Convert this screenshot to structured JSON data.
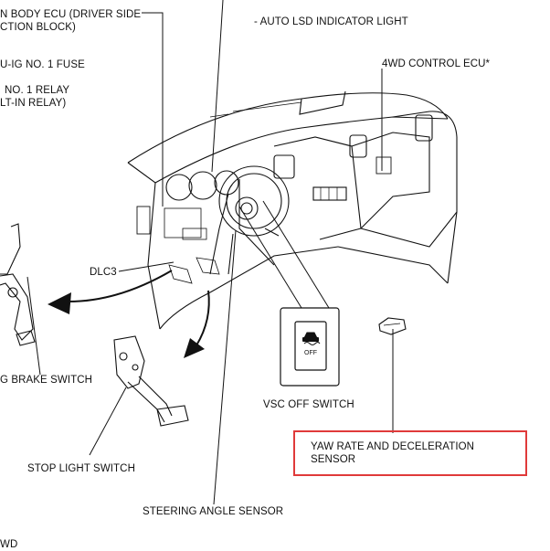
{
  "labels": {
    "main_body_ecu_l1": "N BODY ECU (DRIVER SIDE",
    "main_body_ecu_l2": "CTION BLOCK)",
    "fuse": "U-IG NO. 1 FUSE",
    "relay_l1": "NO. 1 RELAY",
    "relay_l2": "LT-IN RELAY)",
    "auto_lsd": "- AUTO LSD INDICATOR LIGHT",
    "control_ecu": "4WD CONTROL ECU*",
    "dlc3": "DLC3",
    "brake_switch": "G BRAKE SWITCH",
    "stop_light": "STOP LIGHT SWITCH",
    "steering_angle": "STEERING ANGLE SENSOR",
    "vsc_off": "VSC OFF SWITCH",
    "vsc_icon_text": "OFF",
    "yaw_l1": "YAW RATE AND DECELERATION",
    "yaw_l2": "SENSOR",
    "bottom_partial": "WD"
  },
  "colors": {
    "line": "#111111",
    "highlight": "#e03a3a"
  },
  "icons": [
    "vsc-off-car-icon",
    "arrow-left-icon",
    "arrow-down-icon"
  ]
}
